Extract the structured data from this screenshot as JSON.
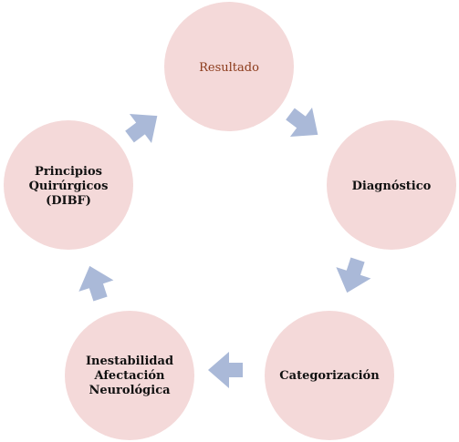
{
  "colors": {
    "node_fill": "#f4d9d9",
    "arrow_fill": "#aab9d8",
    "label_default": "#111111",
    "label_highlight": "#8b3a1a"
  },
  "nodes": [
    {
      "id": "resultado",
      "lines": [
        "Resultado"
      ],
      "highlight": true
    },
    {
      "id": "diagnostico",
      "lines": [
        "Diagnóstico"
      ],
      "highlight": false
    },
    {
      "id": "categorizacion",
      "lines": [
        "Categorización"
      ],
      "highlight": false
    },
    {
      "id": "inestabilidad",
      "lines": [
        "Inestabilidad",
        "Afectación",
        "Neurológica"
      ],
      "highlight": false
    },
    {
      "id": "principios",
      "lines": [
        "Principios",
        "Quirúrgicos",
        "(DIBF)"
      ],
      "highlight": false
    }
  ]
}
